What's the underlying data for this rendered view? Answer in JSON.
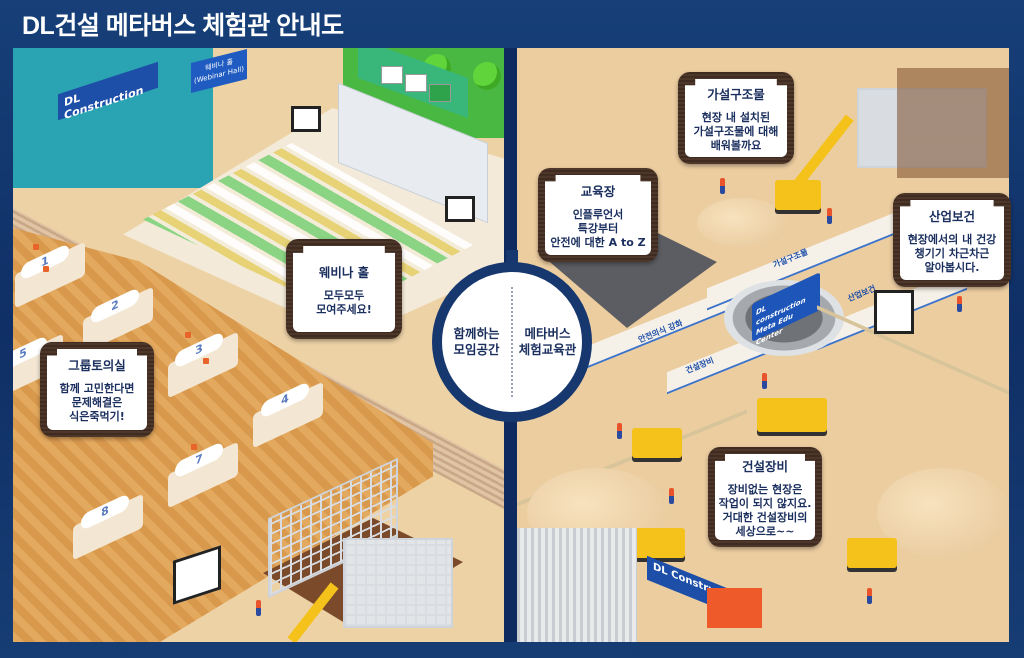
{
  "header": {
    "title": "DL건설 메타버스 체험관 안내도"
  },
  "colors": {
    "frame_navy": "#17386f",
    "card_wood": "#4a3428",
    "card_text": "#1b2f5e",
    "brand_blue": "#1e4fa8"
  },
  "center_circle": {
    "left_label": "함께하는\n모임공간",
    "right_label": "메타버스\n체험교육관"
  },
  "left_panel": {
    "signs": {
      "gate": "DL Construction",
      "webinar_sign": "웨비나 홀\n(Webinar Hall)"
    },
    "table_numbers": [
      "1",
      "2",
      "3",
      "4",
      "5",
      "7",
      "8"
    ],
    "cards": [
      {
        "title": "웨비나 홀",
        "body": "모두모두\n모여주세요!"
      },
      {
        "title": "그룹토의실",
        "body": "함께 고민한다면\n문제해결은\n식은죽먹기!"
      }
    ]
  },
  "right_panel": {
    "center_sign": "DL construction\nMeta Edu Center",
    "road_labels": [
      "가설구조물",
      "산업보건",
      "안전의식 강화",
      "건설장비"
    ],
    "gate": "DL Construction",
    "cards": [
      {
        "title": "가설구조물",
        "body": "현장 내 설치된\n가설구조물에 대해\n배워볼까요"
      },
      {
        "title": "교육장",
        "body": "인플루언서\n특강부터\n안전에 대한 A to Z"
      },
      {
        "title": "산업보건",
        "body": "현장에서의 내 건강\n챙기기 차근차근\n알아봅시다."
      },
      {
        "title": "건설장비",
        "body": "장비없는 현장은\n작업이 되지 않지요.\n거대한 건설장비의\n세상으로~~"
      }
    ]
  }
}
